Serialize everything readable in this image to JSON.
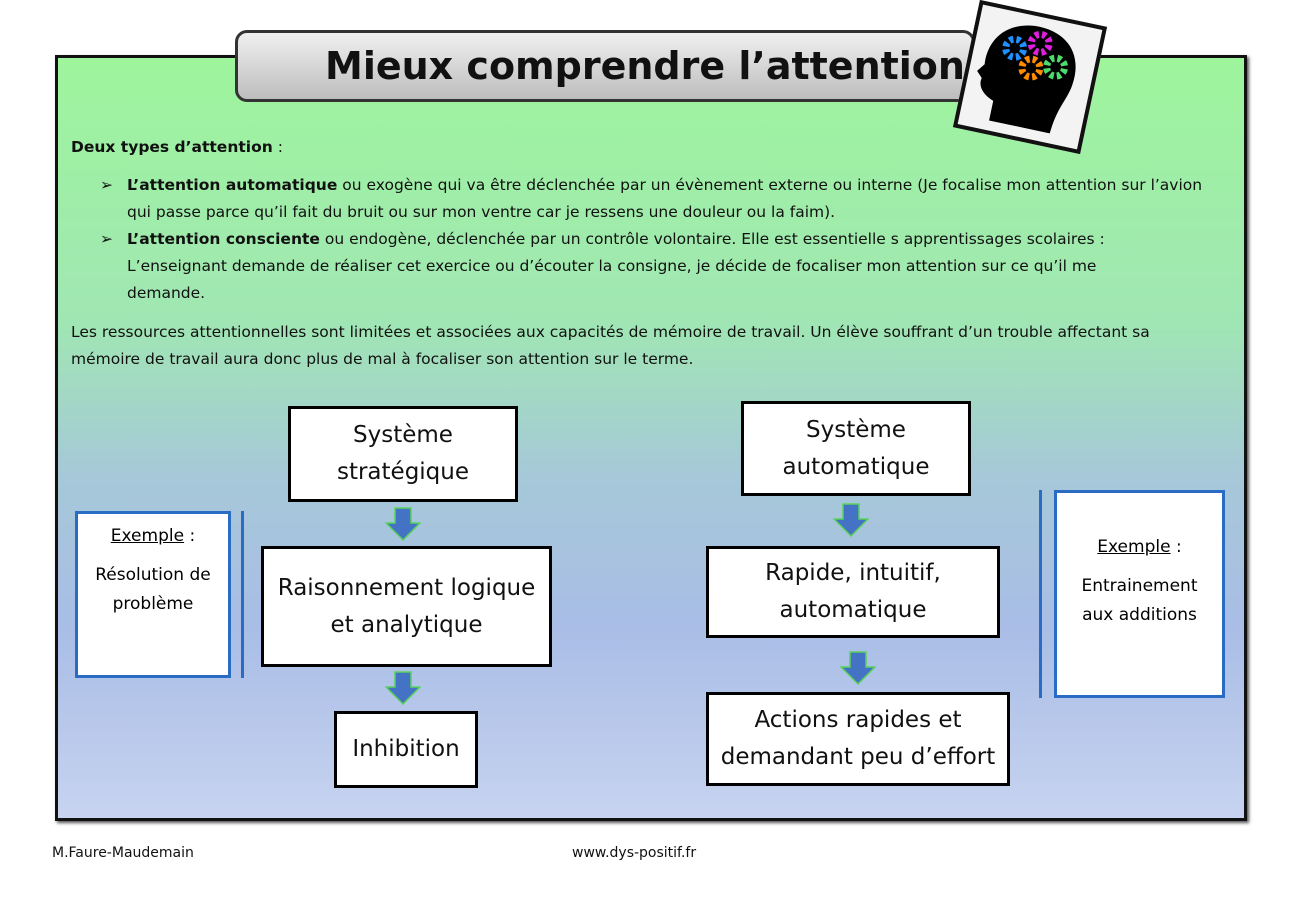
{
  "title": "Mieux comprendre l’attention",
  "intro": {
    "heading": "Deux types d’attention",
    "heading_suffix": " :",
    "bullets": [
      {
        "bold": "L’attention automatique",
        "text": " ou exogène qui va être déclenchée par un évènement externe ou interne (Je focalise mon attention sur l’avion qui passe parce qu’il fait du bruit ou sur mon ventre car je ressens une douleur ou la faim)."
      },
      {
        "bold": "L’attention consciente",
        "text": " ou endogène, déclenchée par un contrôle volontaire. Elle est essentielle s apprentissages scolaires : L’enseignant demande de réaliser cet exercice ou d’écouter la consigne, je décide de focaliser mon attention sur ce qu’il me demande."
      }
    ],
    "paragraph": "Les ressources attentionnelles sont limitées et associées aux capacités de mémoire de travail. Un élève souffrant d’un trouble affectant sa mémoire de travail aura donc plus de mal à focaliser son attention sur le terme."
  },
  "left": {
    "box1": "Système stratégique",
    "box2": "Raisonnement logique et analytique",
    "box3": "Inhibition",
    "example_label": "Exemple",
    "example_suffix": " :",
    "example_text": "Résolution de problème"
  },
  "right": {
    "box1": "Système automatique",
    "box2": "Rapide, intuitif, automatique",
    "box3": "Actions rapides et demandant peu d’effort",
    "example_label": "Exemple",
    "example_suffix": " :",
    "example_text": "Entrainement aux additions"
  },
  "footer": {
    "author": "M.Faure-Maudemain",
    "website": "www.dys-positif.fr"
  }
}
